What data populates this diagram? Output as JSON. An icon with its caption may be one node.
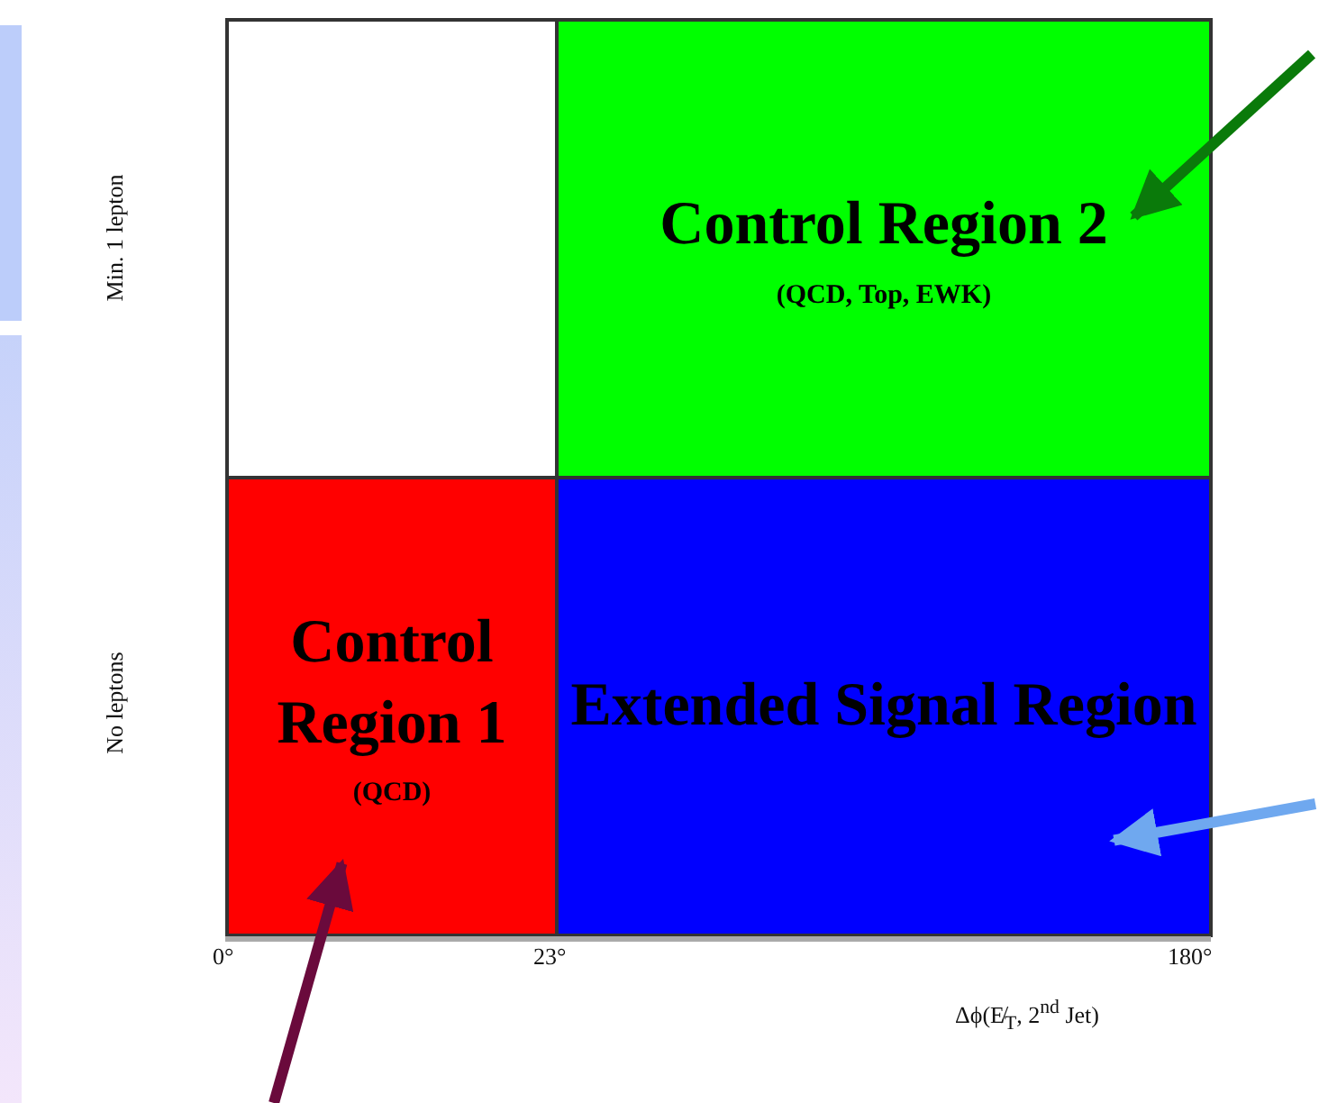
{
  "diagram": {
    "nodes": [
      {
        "text": [],
        "shape": "box"
      },
      {
        "text": [
          "Control Region 2",
          "(QCD, Top, EWK)"
        ]
      },
      {
        "text": [
          "Control Region 1",
          "(QCD)"
        ]
      },
      {
        "text": [
          "Extended Signal Region"
        ]
      }
    ],
    "edges": [
      {
        "from": null,
        "to": 1,
        "arrow": "to",
        "color": "#0a7a0a"
      },
      {
        "from": null,
        "to": 3,
        "arrow": "to",
        "color": "#6fa8ef"
      },
      {
        "from": null,
        "to": 2,
        "arrow": "to",
        "color": "#6a0a3c"
      }
    ],
    "labels": [
      "Min. 1 lepton",
      "No leptons",
      "0°",
      "23°",
      "180°",
      "Δϕ(E̸$_{T}$, 2$^{nd}$ Jet)"
    ]
  }
}
